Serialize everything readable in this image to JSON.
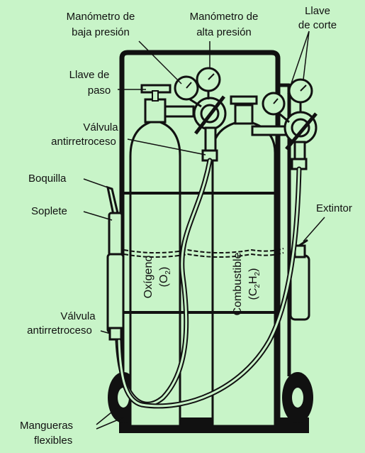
{
  "background_color": "#c8f4c8",
  "line_color": "#111111",
  "cylinder_color": "#c8f4c8",
  "labels": {
    "manometro_baja": [
      "Manómetro de",
      "baja presión"
    ],
    "manometro_alta": [
      "Manómetro de",
      "alta presión"
    ],
    "llave_corte": [
      "Llave",
      "de corte"
    ],
    "llave_paso": [
      "Llave de",
      "paso"
    ],
    "valvula_top": [
      "Válvula",
      "antirretroceso"
    ],
    "boquilla": "Boquilla",
    "soplete": "Soplete",
    "extintor": "Extintor",
    "valvula_bottom": [
      "Válvula",
      "antirretroceso"
    ],
    "mangueras": [
      "Mangueras",
      "flexibles"
    ]
  },
  "cylinder_oxygen": {
    "name": "Oxígeno",
    "formula_open": "(O",
    "sub": "2",
    "formula_close": ")"
  },
  "cylinder_fuel": {
    "name": "Combustible",
    "formula_open": "(C",
    "sub1": "2",
    "mid": "H",
    "sub2": "2",
    "formula_close": ")"
  }
}
